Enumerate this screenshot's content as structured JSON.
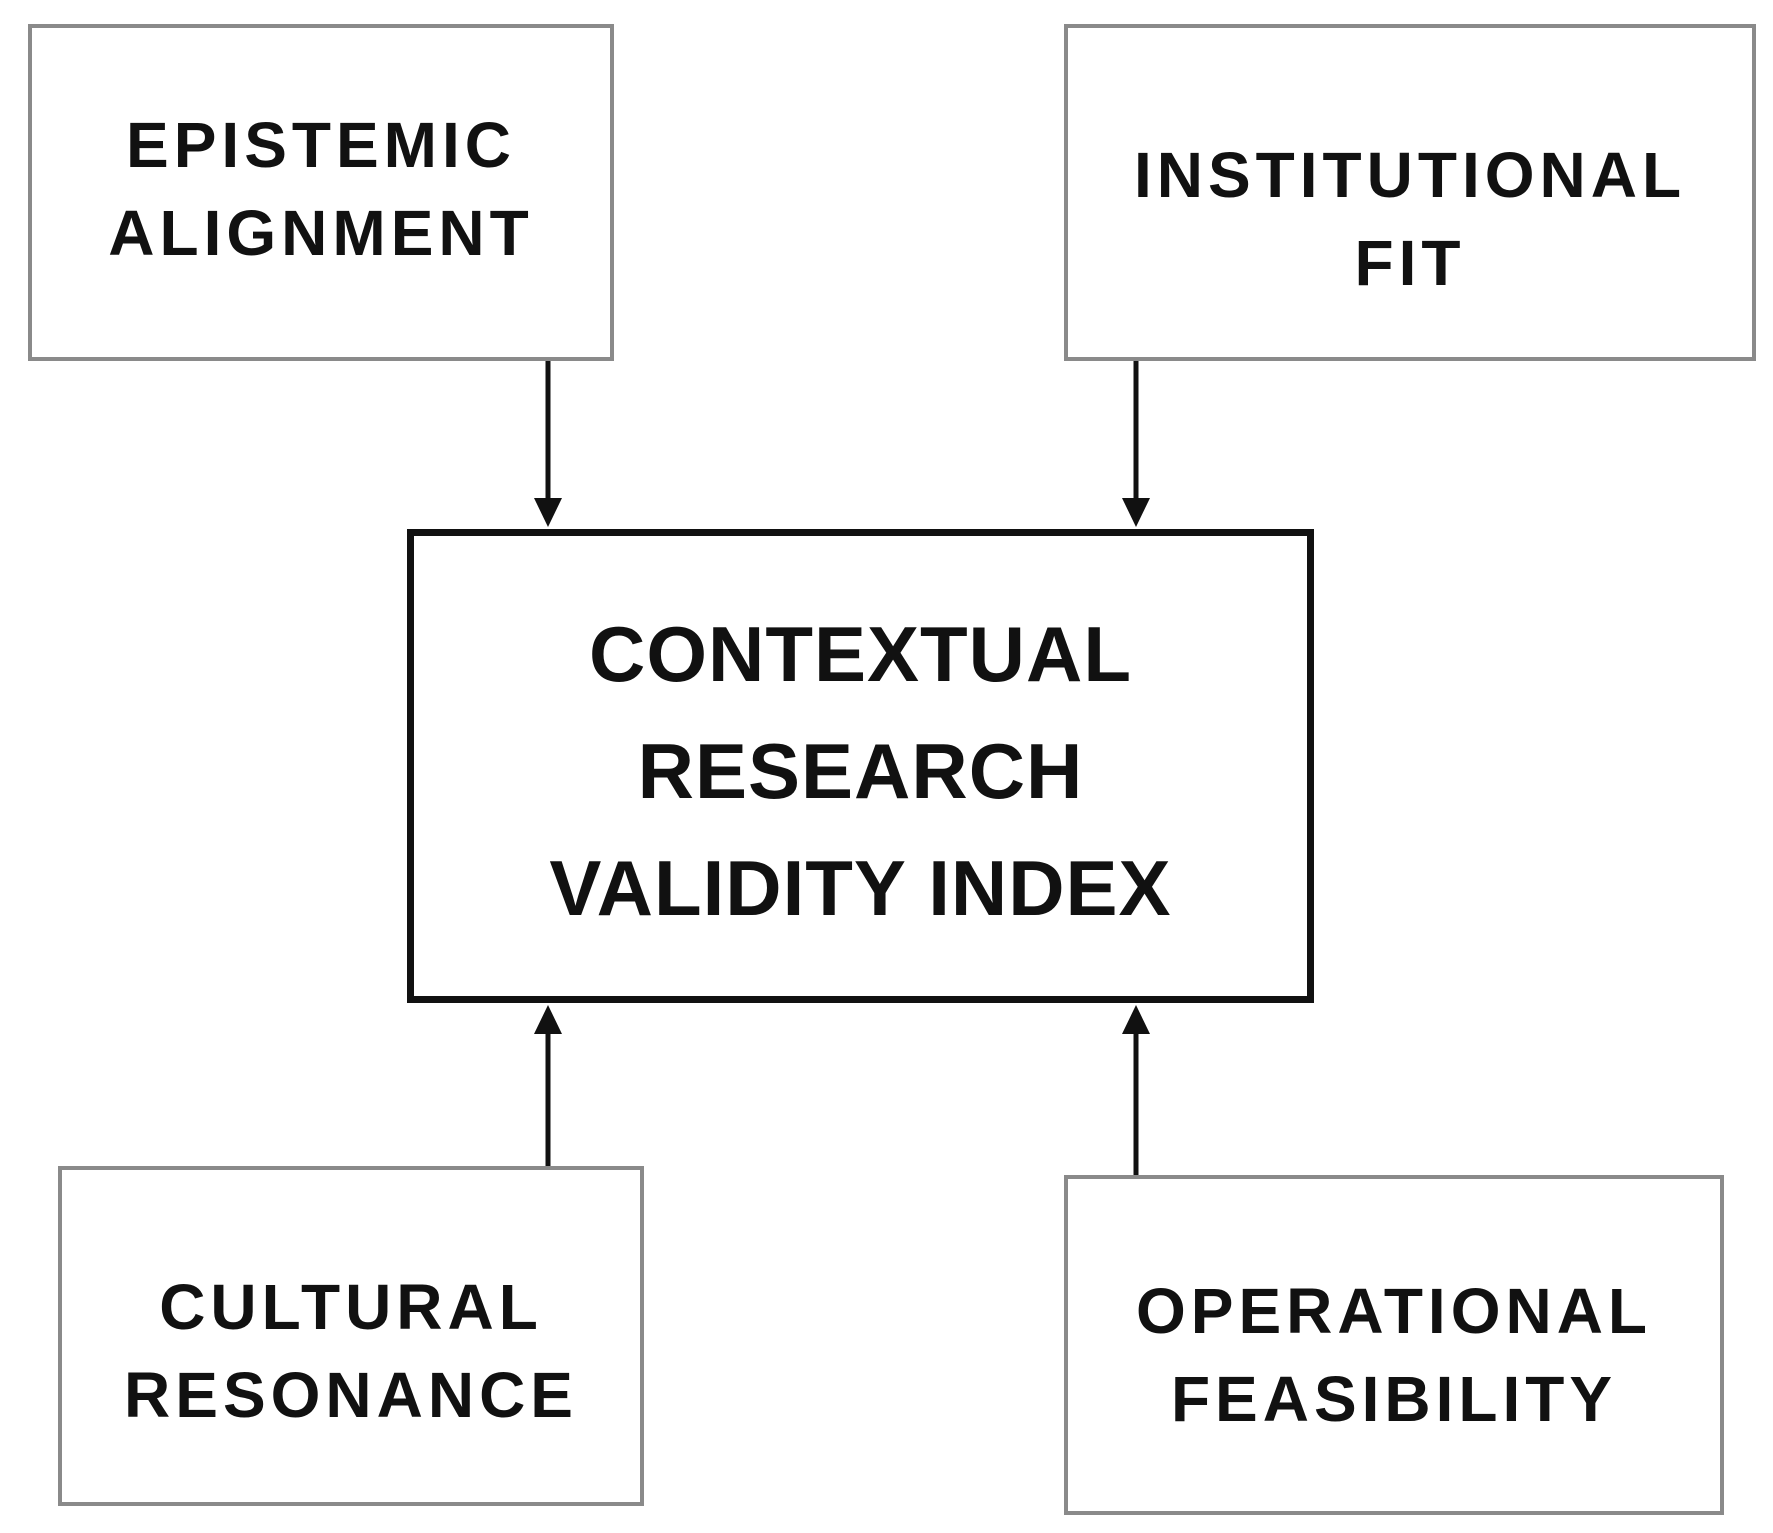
{
  "diagram": {
    "center": {
      "lines": [
        "CONTEXTUAL",
        "RESEARCH",
        "VALIDITY INDEX"
      ]
    },
    "factors": {
      "epistemic": {
        "lines": [
          "EPISTEMIC",
          "ALIGNMENT"
        ]
      },
      "institutional": {
        "lines": [
          "INSTITUTIONAL",
          "FIT"
        ]
      },
      "cultural": {
        "lines": [
          "CULTURAL",
          "RESONANCE"
        ]
      },
      "operational": {
        "lines": [
          "OPERATIONAL",
          "FEASIBILITY"
        ]
      }
    },
    "colors": {
      "factor_border": "#8a8a8a",
      "center_border": "#111111",
      "arrow": "#111111",
      "text": "#111111"
    }
  }
}
